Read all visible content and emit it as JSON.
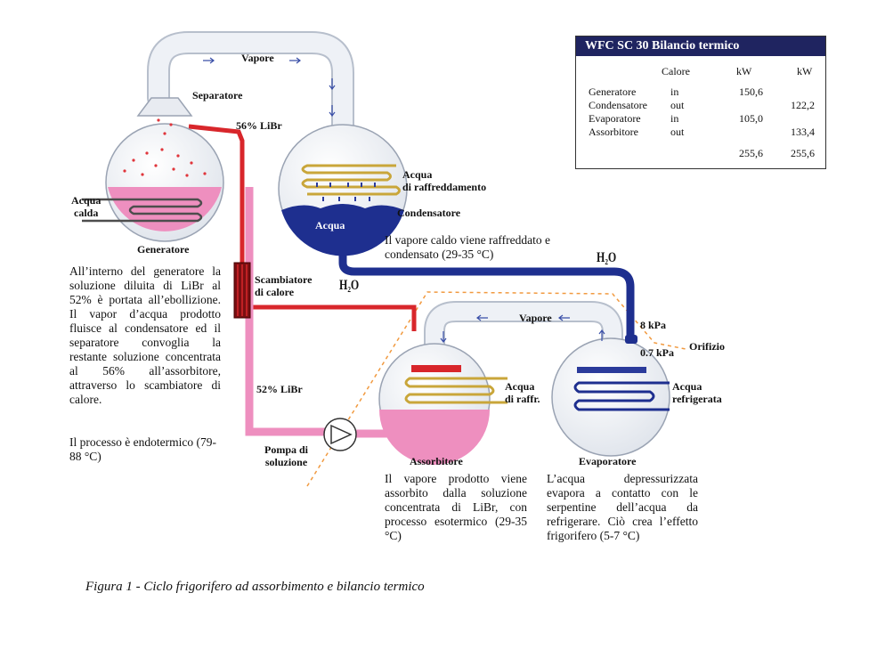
{
  "labels": {
    "vapore_top": "Vapore",
    "separatore": "Separatore",
    "libr56": "56% LiBr",
    "acqua_calda": "Acqua\ncalda",
    "generatore": "Generatore",
    "acqua_raffreddamento": "Acqua\ndi raffreddamento",
    "condensatore": "Condensatore",
    "acqua_condensatore": "Acqua",
    "h2o_upper": "H₂O",
    "h2o_lower": "H₂O",
    "scambiatore": "Scambiatore\ndi calore",
    "libr52": "52% LiBr",
    "pompa": "Pompa di\nsoluzione",
    "vapore_bottom": "Vapore",
    "kpa8": "8 kPa",
    "kpa07": "0.7 kPa",
    "orifizio": "Orifizio",
    "acqua_raffr": "Acqua\ndi raffr.",
    "acqua_refrigerata": "Acqua\nrefrigerata",
    "assorbitore": "Assorbitore",
    "evaporatore": "Evaporatore"
  },
  "texts": {
    "condensatore_note": "Il vapore caldo viene raffreddato e condensato (29-35 °C)",
    "generatore_note": "All’interno del generatore la soluzione diluita di LiBr al 52% è portata all’ebollizione. Il vapor d’acqua prodotto fluisce al condensatore ed il separatore convoglia la restante soluzione concentrata al 56% all’assorbitore, attraverso lo scambiatore di calore.",
    "generatore_note2": "Il processo è endotermico (79-88 °C)",
    "assorbitore_note": "Il vapore prodotto viene assorbito dalla soluzione concentrata di LiBr, con processo esotermico (29-35 °C)",
    "evaporatore_note": "L’acqua depressurizzata evapora a contatto con le serpentine dell’acqua da refrigerare. Ciò crea l’effetto frigorifero (5-7 °C)"
  },
  "caption": "Figura 1 - Ciclo frigorifero ad assorbimento e bilancio termico",
  "table": {
    "title": "WFC SC 30 Bilancio termico",
    "header": {
      "col1": "Calore",
      "col2": "kW",
      "col3": "kW"
    },
    "rows": [
      {
        "name": "Generatore",
        "dir": "in",
        "in_kw": "150,6",
        "out_kw": ""
      },
      {
        "name": "Condensatore",
        "dir": "out",
        "in_kw": "",
        "out_kw": "122,2"
      },
      {
        "name": "Evaporatore",
        "dir": "in",
        "in_kw": "105,0",
        "out_kw": ""
      },
      {
        "name": "Assorbitore",
        "dir": "out",
        "in_kw": "",
        "out_kw": "133,4"
      }
    ],
    "totals": {
      "in_kw": "255,6",
      "out_kw": "255,6"
    }
  },
  "colors": {
    "pipe_red": "#d8262b",
    "pipe_blue": "#1e2f8f",
    "solution_pink": "#ee8fbf",
    "vapor_pipe": "#e4e9f1",
    "dashed": "#f19a40",
    "table_header": "#1f2460"
  }
}
